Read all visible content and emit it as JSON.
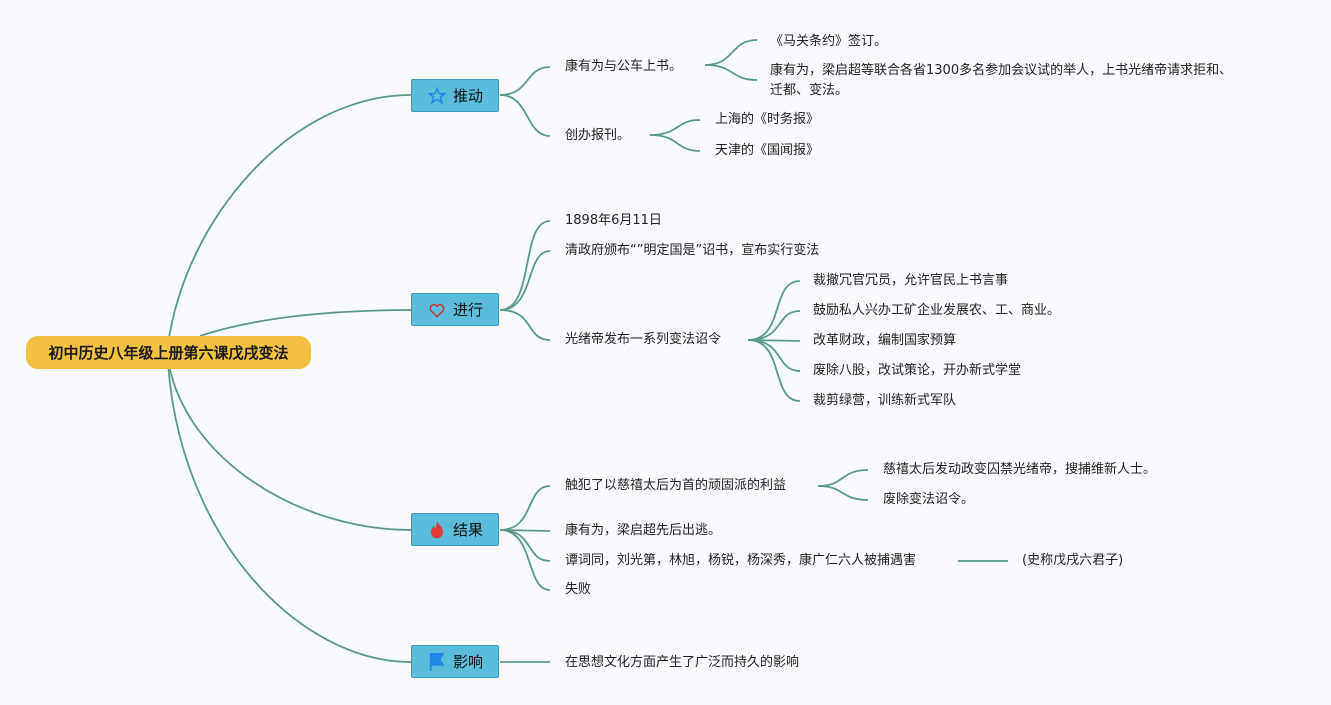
{
  "root": {
    "title": "初中历史八年级上册第六课戊戌变法"
  },
  "branches": [
    {
      "label": "推动",
      "icon": "star-icon",
      "children": [
        {
          "text": "康有为与公车上书。",
          "children": [
            "《马关条约》签订。",
            "康有为，梁启超等联合各省1300多名参加会议试的举人，上书光绪帝请求拒和、",
            "迁都、变法。"
          ]
        },
        {
          "text": "创办报刊。",
          "children": [
            "上海的《时务报》",
            "天津的《国闻报》"
          ]
        }
      ]
    },
    {
      "label": "进行",
      "icon": "heart-icon",
      "children": [
        {
          "text": "1898年6月11日"
        },
        {
          "text": "清政府颁布“”明定国是”诏书，宣布实行变法"
        },
        {
          "text": "光绪帝发布一系列变法诏令",
          "children": [
            "裁撤冗官冗员，允许官民上书言事",
            "鼓励私人兴办工矿企业发展农、工、商业。",
            "改革财政，编制国家预算",
            "废除八股，改试策论，开办新式学堂",
            "裁剪绿营，训练新式军队"
          ]
        }
      ]
    },
    {
      "label": "结果",
      "icon": "fire-icon",
      "children": [
        {
          "text": "触犯了以慈禧太后为首的顽固派的利益",
          "children": [
            "慈禧太后发动政变囚禁光绪帝，搜捕维新人士。",
            "废除变法诏令。"
          ]
        },
        {
          "text": "康有为，梁启超先后出逃。"
        },
        {
          "text": "谭词同，刘光第，林旭，杨锐，杨深秀，康广仁六人被捕遇害",
          "children": [
            "(史称戊戌六君子)"
          ]
        },
        {
          "text": "失败"
        }
      ]
    },
    {
      "label": "影响",
      "icon": "flag-icon",
      "children": [
        {
          "text": "在思想文化方面产生了广泛而持久的影响"
        }
      ]
    }
  ],
  "colors": {
    "line": "#5a9a88",
    "branch": "#5bbcdc",
    "root": "#f4c042"
  }
}
